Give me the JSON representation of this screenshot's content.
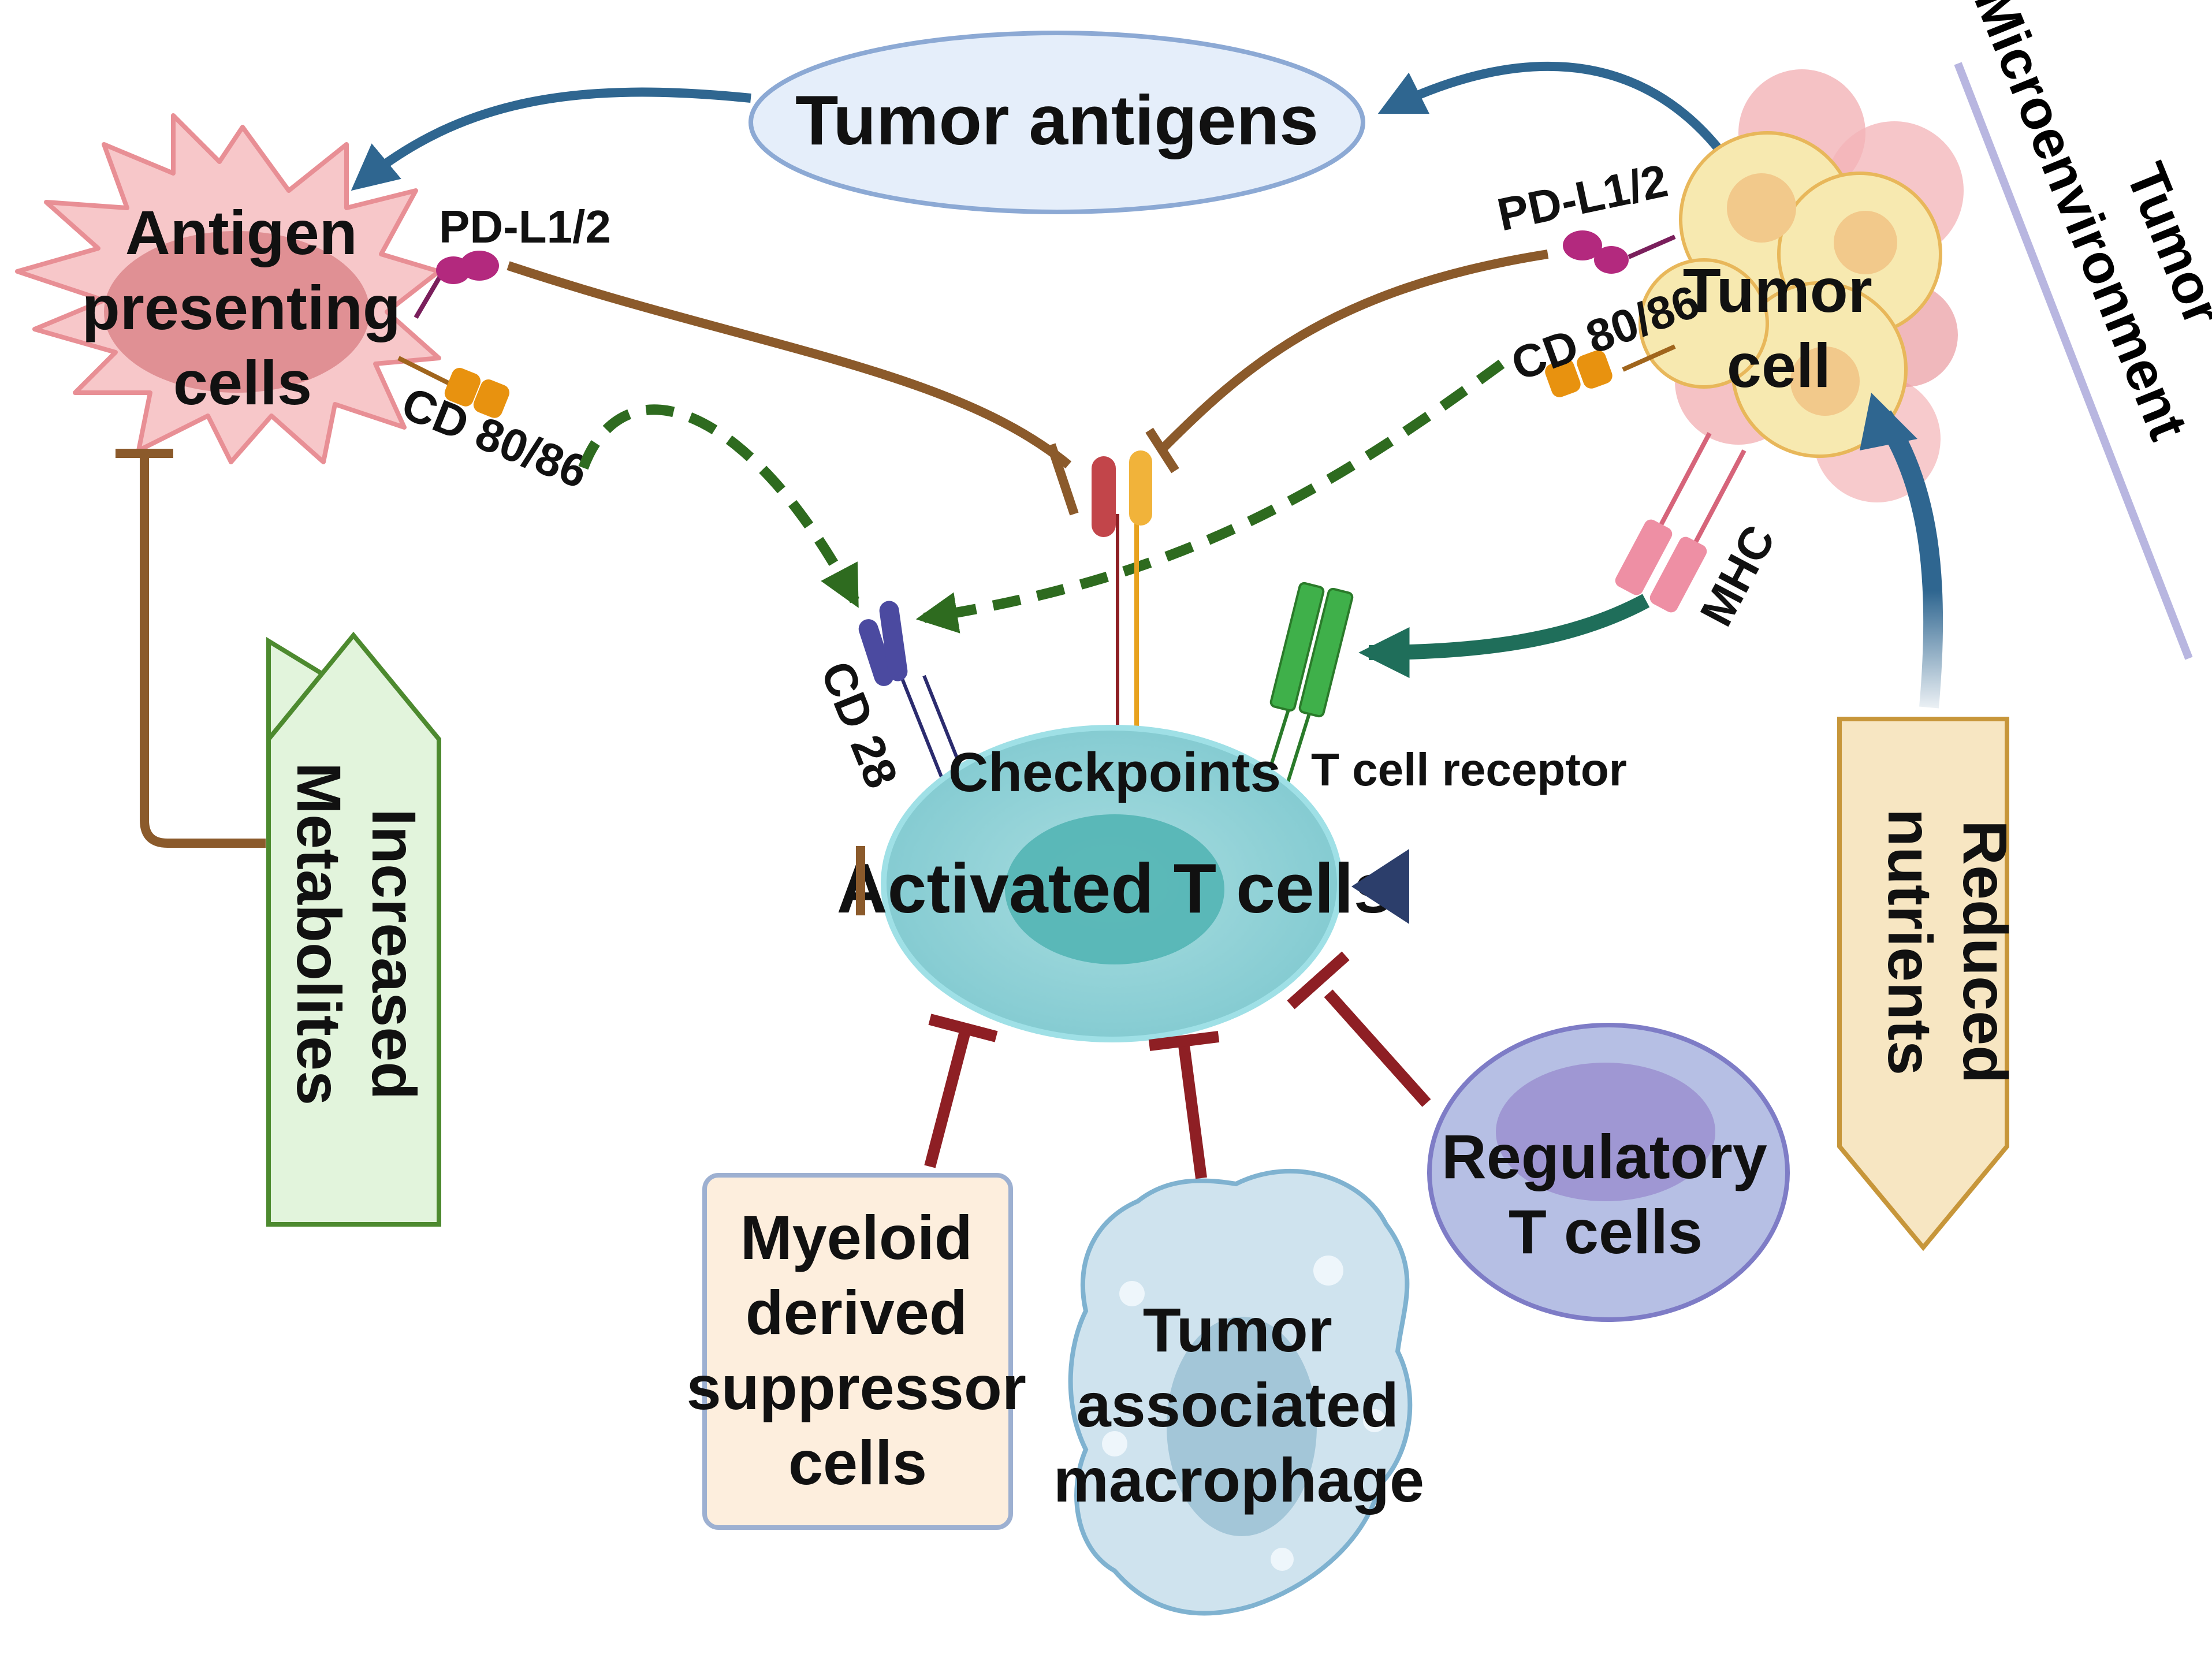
{
  "labels": {
    "tumor_antigens": "Tumor antigens",
    "apc": [
      "Antigen",
      "presenting",
      "cells"
    ],
    "pdl1_left": "PD-L1/2",
    "cd80_left": "CD 80/86",
    "pdl1_right": "PD-L1/2",
    "cd80_right": "CD 80/86",
    "tumor_cell": [
      "Tumor",
      "cell"
    ],
    "tumor_microenvironment": [
      "Tumor",
      "Microenvironment"
    ],
    "mhc": "MHC",
    "cd28": "CD 28",
    "checkpoints": "Checkpoints",
    "tcr": "T cell receptor",
    "activated_t_cells": "Activated T cells",
    "increased_metabolites": [
      "Increased",
      "Metabolites"
    ],
    "reduced_nutrients": [
      "Reduced",
      "nutrients"
    ],
    "mdsc": [
      "Myeloid",
      "derived",
      "suppressor",
      "cells"
    ],
    "tam": [
      "Tumor",
      "associated",
      "macrophage"
    ],
    "treg": [
      "Regulatory",
      "T cells"
    ]
  },
  "colors": {
    "inhibit_brown": "#8B5A2B",
    "inhibit_red": "#8E1F24",
    "activate_green": "#2E6B1F",
    "antigen_blue": "#2F6690",
    "tcr_teal": "#1F6E5A",
    "nutrient_navy": "#2C3E6B"
  }
}
